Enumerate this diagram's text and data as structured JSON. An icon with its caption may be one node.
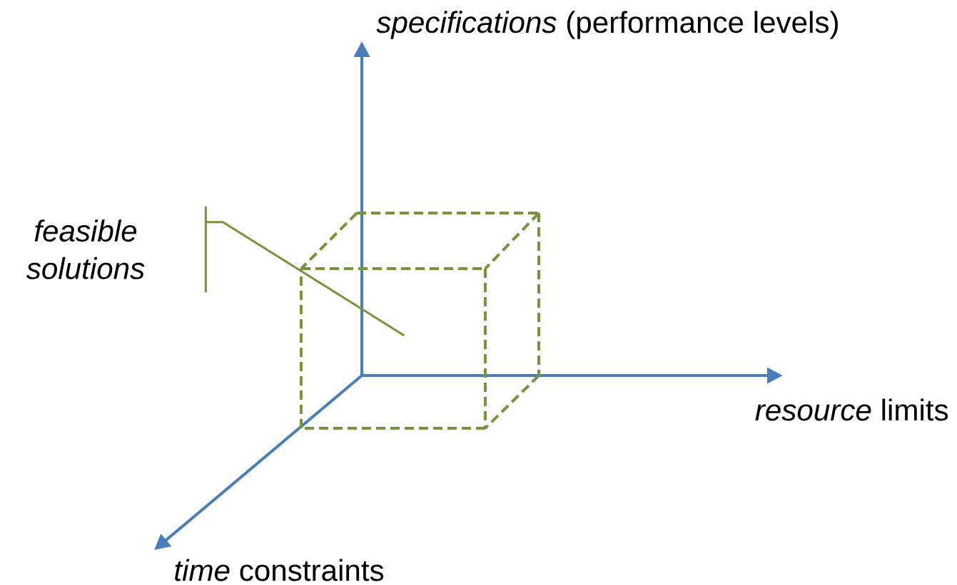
{
  "diagram": {
    "nodes": [
      {
        "text": [
          "feasible solutions"
        ]
      },
      {
        "text": [],
        "shape": "box"
      }
    ],
    "edges": [
      {
        "from": 0,
        "to": 1,
        "arrow": "none"
      }
    ],
    "labels": [
      "*specifications* (performance levels)",
      "*resource* limits",
      "*time* constraints"
    ]
  }
}
